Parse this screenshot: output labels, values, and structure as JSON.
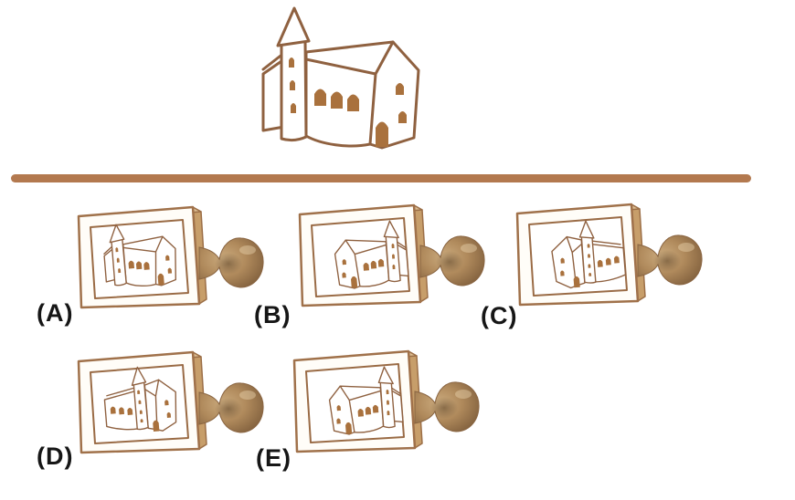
{
  "figure": {
    "target": {
      "name": "church-line-drawing",
      "description": "perspective line drawing of a church with pointed tower at left, nave with three arched windows, gabled end with two windows and a door"
    },
    "divider": "horizontal-brown-rule",
    "options": [
      {
        "id": "A",
        "label": "(A)",
        "stamp_image": "church-tower-left-same-as-target"
      },
      {
        "id": "B",
        "label": "(B)",
        "stamp_image": "church-mirrored-tower-right"
      },
      {
        "id": "C",
        "label": "(C)",
        "stamp_image": "church-mirrored-tower-center"
      },
      {
        "id": "D",
        "label": "(D)",
        "stamp_image": "church-tower-center"
      },
      {
        "id": "E",
        "label": "(E)",
        "stamp_image": "church-mirrored-tower-right"
      }
    ]
  },
  "colors": {
    "background": "#ffffff",
    "line_art_outline": "#8f6140",
    "window_fill": "#a9713d",
    "divider": "#b3794f",
    "stamp_border": "#a0714a",
    "stamp_face": "#fffdf8",
    "wood_side": "#c79e6a",
    "wood_top": "#dcbd92",
    "handle_light": "#cbab7e",
    "handle_mid": "#ac855a",
    "handle_dark": "#7f5f3c",
    "label_text": "#161616"
  }
}
